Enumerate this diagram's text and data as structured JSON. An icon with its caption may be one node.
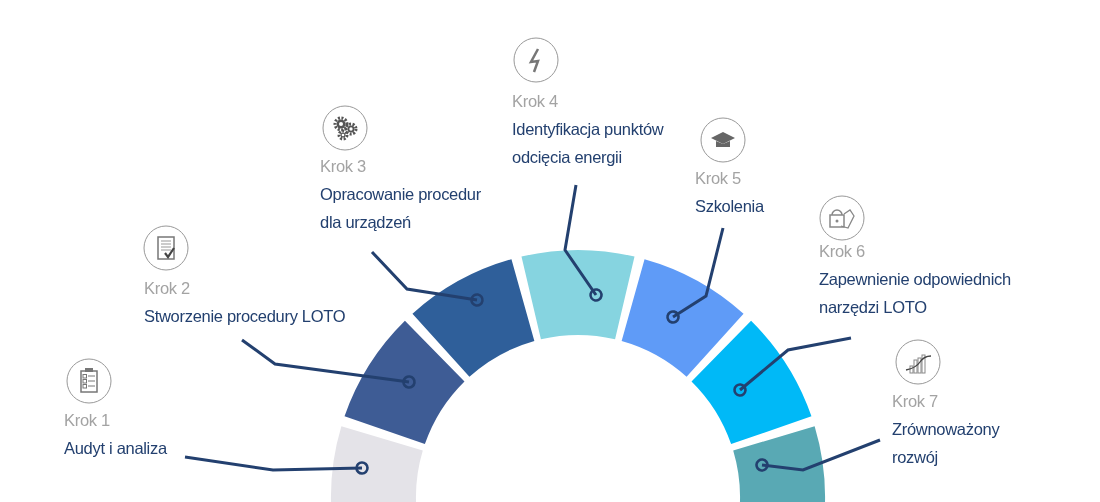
{
  "diagram": {
    "nodes": [
      {
        "text": [
          "Krok 1",
          "Audyt i analiza"
        ]
      },
      {
        "text": [
          "Krok 2",
          "Stworzenie procedury LOTO"
        ]
      },
      {
        "text": [
          "Krok 3",
          "Opracowanie procedur dla urządzeń"
        ]
      },
      {
        "text": [
          "Krok 4",
          "Identyfikacja punktów odcięcia energii"
        ]
      },
      {
        "text": [
          "Krok 5",
          "Szkolenia"
        ]
      },
      {
        "text": [
          "Krok 6",
          "Zapewnienie odpowiednich narzędzi LOTO"
        ]
      },
      {
        "text": [
          "Krok 7",
          "Zrównoważony rozwój"
        ]
      },
      {
        "text": [],
        "shape": "bar"
      },
      {
        "text": [],
        "shape": "bar"
      },
      {
        "text": [],
        "shape": "bar"
      },
      {
        "text": [],
        "shape": "bar"
      },
      {
        "text": [],
        "shape": "bar"
      },
      {
        "text": [],
        "shape": "bar"
      },
      {
        "text": [],
        "shape": "bar"
      }
    ],
    "edges": [
      {
        "from": 0,
        "to": 7,
        "arrow": "other"
      },
      {
        "from": 1,
        "to": 8,
        "arrow": "other"
      },
      {
        "from": 2,
        "to": 9,
        "arrow": "other"
      },
      {
        "from": 3,
        "to": 10,
        "arrow": "other"
      },
      {
        "from": 4,
        "to": 11,
        "arrow": "other"
      },
      {
        "from": 5,
        "to": 12,
        "arrow": "other"
      },
      {
        "from": 6,
        "to": 13,
        "arrow": "other"
      }
    ]
  }
}
